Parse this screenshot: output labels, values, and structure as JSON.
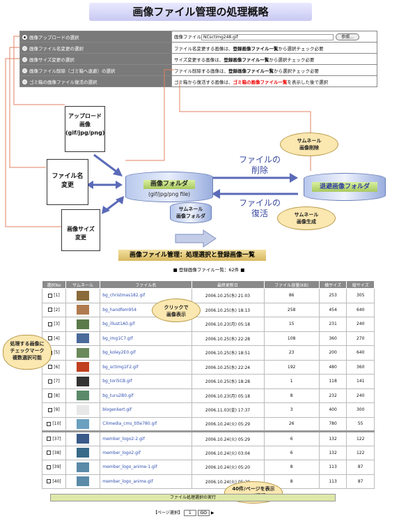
{
  "title": "画像ファイル管理の処理概略",
  "options": [
    {
      "label": "画像アップロードの選択",
      "selected": true,
      "desc": "画像ファイル",
      "file_value": "NCsctimg248.gif",
      "browse": "参照..."
    },
    {
      "label": "画像ファイル名変更の選択",
      "selected": false,
      "desc_a": "ファイル名変更する画像は、",
      "desc_b": "登録画像ファイル一覧",
      "desc_c": "から選択チェック必要"
    },
    {
      "label": "画像サイズ変更の選択",
      "selected": false,
      "desc_a": "サイズ変更する画像は、",
      "desc_b": "登録画像ファイル一覧",
      "desc_c": "から選択チェック必要"
    },
    {
      "label": "画像ファイル削除（ゴミ箱へ退避）の選択",
      "selected": false,
      "desc_a": "ファイル削除する画像は、",
      "desc_b": "登録画像ファイル一覧",
      "desc_c": "から選択チェック必要"
    },
    {
      "label": "ゴミ箱の画像ファイル復活の選択",
      "selected": false,
      "desc_a": "ゴミ箱から復活する画像は、",
      "desc_b": "ゴミ箱の画像ファイル一覧",
      "desc_c": "を表示した後で選択"
    }
  ],
  "cards": {
    "upload": "アップロード\n画像\n(gif/jpg/png)",
    "rename": "ファイル名\n変更",
    "resize": "画像サイズ\n変更"
  },
  "folders": {
    "image_folder": "画像フォルダ",
    "image_folder_types": "(gif/jpg/png file)",
    "thumb_folder": "サムネール\n画像フォルダ",
    "backup_folder": "退避画像フォルダ"
  },
  "arrows": {
    "delete": "ファイルの\n削除",
    "restore": "ファイルの\n復活"
  },
  "bubbles": {
    "thumb_delete": "サムネール\n画像削除",
    "thumb_create": "サムネール\n画像生成",
    "click_show": "クリックで\n画像表示",
    "select_multi": "処理する画像に\nチェックマーク\n複数選択可能",
    "per_page": "40件/ページを表示\nページ選択"
  },
  "list": {
    "title": "画像ファイル管理：処理選択と登録画像一覧",
    "subtitle": "■ 登録画像ファイル一覧：62件 ■",
    "headers": [
      "選択No",
      "サムネール",
      "ファイル名",
      "最終更新日",
      "ファイル容量(KB)",
      "横サイズ",
      "縦サイズ"
    ],
    "rows": [
      {
        "no": "[1]",
        "name": "bg_christmas182.gif",
        "date": "2006.10.25(水) 21:03",
        "size": "86",
        "w": "253",
        "h": "305"
      },
      {
        "no": "[2]",
        "name": "bg_handfem954",
        "date": "2006.10.25(水) 18:13",
        "size": "258",
        "w": "454",
        "h": "640"
      },
      {
        "no": "[3]",
        "name": "bg_illust1A0.gif",
        "date": "2006.10.23(月) 05:18",
        "size": "15",
        "w": "231",
        "h": "240"
      },
      {
        "no": "[4]",
        "name": "bg_img1C7.gif",
        "date": "2006.10.25(水) 22:28",
        "size": "108",
        "w": "360",
        "h": "270"
      },
      {
        "no": "[5]",
        "name": "bg_koley2E0.gif",
        "date": "2006.10.25(水) 18:51",
        "size": "23",
        "w": "200",
        "h": "640"
      },
      {
        "no": "[6]",
        "name": "bg_sctimg1F2.gif",
        "date": "2006.10.25(水) 22:24",
        "size": "192",
        "w": "480",
        "h": "360"
      },
      {
        "no": "[7]",
        "name": "bg_tori5CB.gif",
        "date": "2006.10.25(水) 18:28",
        "size": "1",
        "w": "118",
        "h": "141"
      },
      {
        "no": "[8]",
        "name": "bg_turu2B0.gif",
        "date": "2006.10.23(月) 05:18",
        "size": "8",
        "w": "232",
        "h": "240"
      },
      {
        "no": "[9]",
        "name": "blogenkert.gif",
        "date": "2006.11.03(金) 17:37",
        "size": "3",
        "w": "400",
        "h": "300"
      },
      {
        "no": "[10]",
        "name": "CXmedia_cms_title780.gif",
        "date": "2006.10.24(火) 05:29",
        "size": "26",
        "w": "780",
        "h": "55"
      },
      {
        "no": "[37]",
        "name": "member_logo2-2.gif",
        "date": "2006.10.24(火) 05:29",
        "size": "6",
        "w": "132",
        "h": "122"
      },
      {
        "no": "[38]",
        "name": "member_logo2.gif",
        "date": "2006.10.24(火) 03:04",
        "size": "6",
        "w": "132",
        "h": "122"
      },
      {
        "no": "[39]",
        "name": "member_logo_anime-1.gif",
        "date": "2006.10.24(火) 05:20",
        "size": "8",
        "w": "113",
        "h": "87"
      },
      {
        "no": "[40]",
        "name": "member_logo_anime.gif",
        "date": "2006.10.24(火) 05:20",
        "size": "8",
        "w": "113",
        "h": "87"
      }
    ],
    "exec_button": "ファイル処理選択の実行",
    "pager_label": "【ページ選択】",
    "pager_value": "1",
    "go": "GO"
  }
}
